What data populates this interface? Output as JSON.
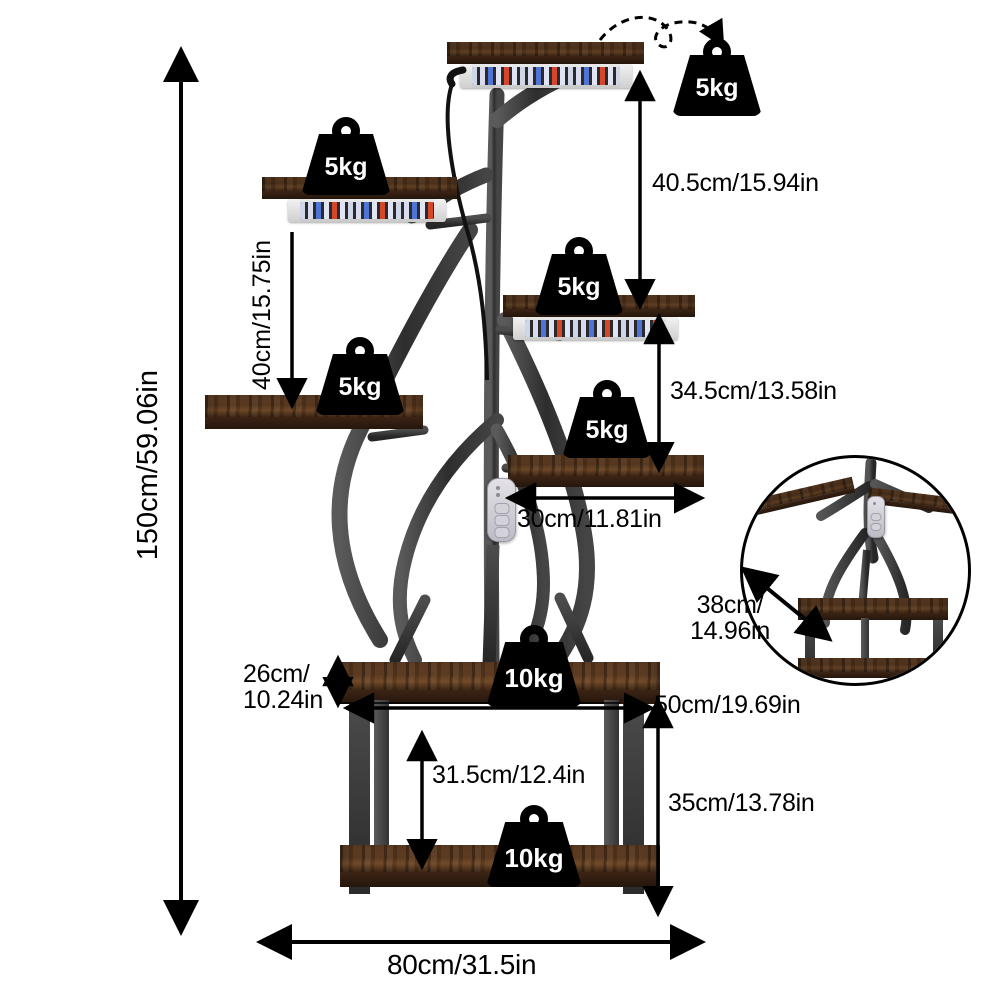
{
  "diagram": {
    "title": "Plant stand dimension diagram",
    "product": "multi-tier wooden plant stand with LED grow lights"
  },
  "dimensions": {
    "overall_height": "150cm/59.06in",
    "tier2_gap": "40cm/15.75in",
    "top_tier_gap": "40.5cm/15.94in",
    "mid_tier_gap": "34.5cm/13.58in",
    "shelf_depth_small": "30cm/11.81in",
    "base_depth": "26cm/\n10.24in",
    "base_width_top": "50cm/19.69in",
    "base_inner_height": "31.5cm/12.4in",
    "base_height": "35cm/13.78in",
    "overall_width": "80cm/31.5in",
    "inset_spacing": "38cm/\n14.96in"
  },
  "capacities": {
    "shelf_top": "5kg",
    "shelf_upper_left": "5kg",
    "shelf_badge_right": "5kg",
    "shelf_mid_right": "5kg",
    "shelf_mid_left": "5kg",
    "shelf_lower_right": "5kg",
    "base_top": "10kg",
    "base_bottom": "10kg"
  },
  "icons": {
    "weight": "weight-icon",
    "arrow": "dimension-arrow-icon",
    "curved_arrow": "curved-dashed-arrow-icon",
    "led": "led-grow-light-icon",
    "controller": "led-controller-icon",
    "inset": "detail-zoom-circle-icon"
  },
  "colors": {
    "wood_light": "#7a4f2a",
    "wood_dark": "#3c2415",
    "metal": "#3a3a3a",
    "badge": "#000000",
    "background": "#ffffff",
    "led_blue": "#4f74d8",
    "led_red": "#d6472a"
  }
}
